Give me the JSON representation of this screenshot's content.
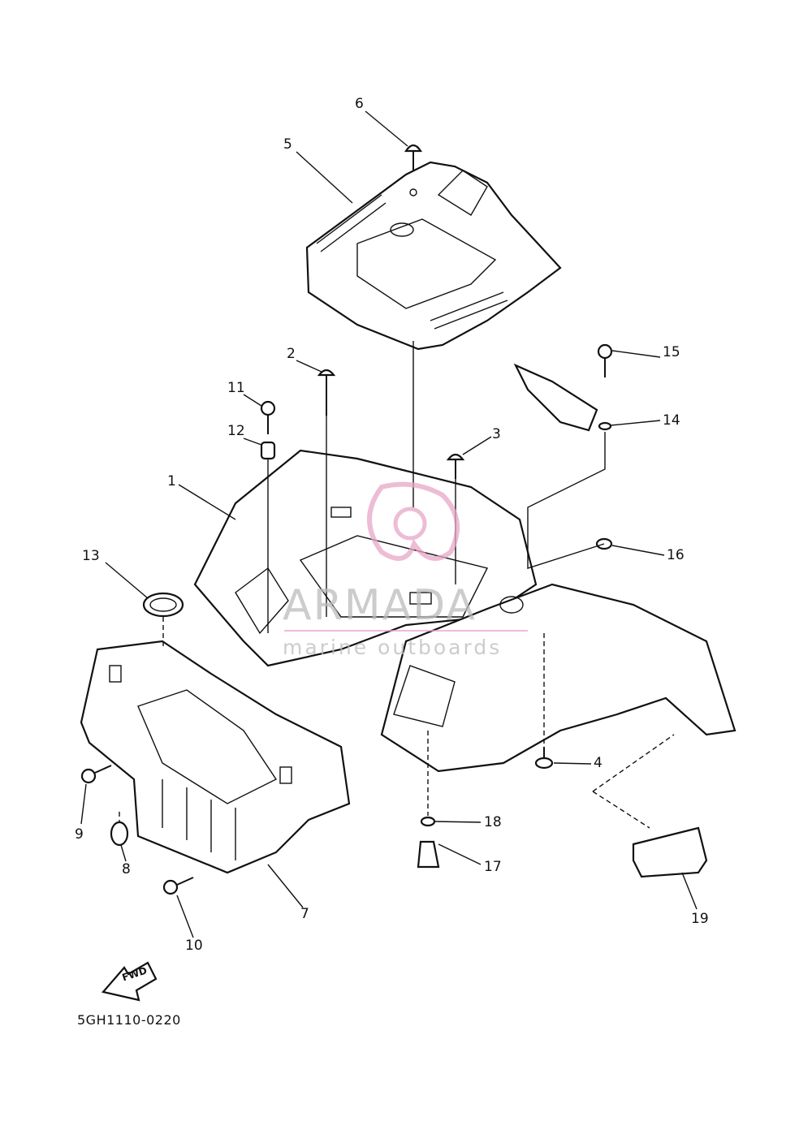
{
  "callouts": {
    "c1": "1",
    "c2": "2",
    "c3": "3",
    "c4": "4",
    "c5": "5",
    "c6": "6",
    "c7": "7",
    "c8": "8",
    "c9": "9",
    "c10": "10",
    "c11": "11",
    "c12": "12",
    "c13": "13",
    "c14": "14",
    "c15": "15",
    "c16": "16",
    "c17": "17",
    "c18": "18",
    "c19": "19"
  },
  "diagram_code": "5GH1110-0220",
  "direction_label": "FWD",
  "watermark": {
    "title": "ARMADA",
    "subtitle": "marine outboards",
    "color": "#e8a6c8"
  }
}
